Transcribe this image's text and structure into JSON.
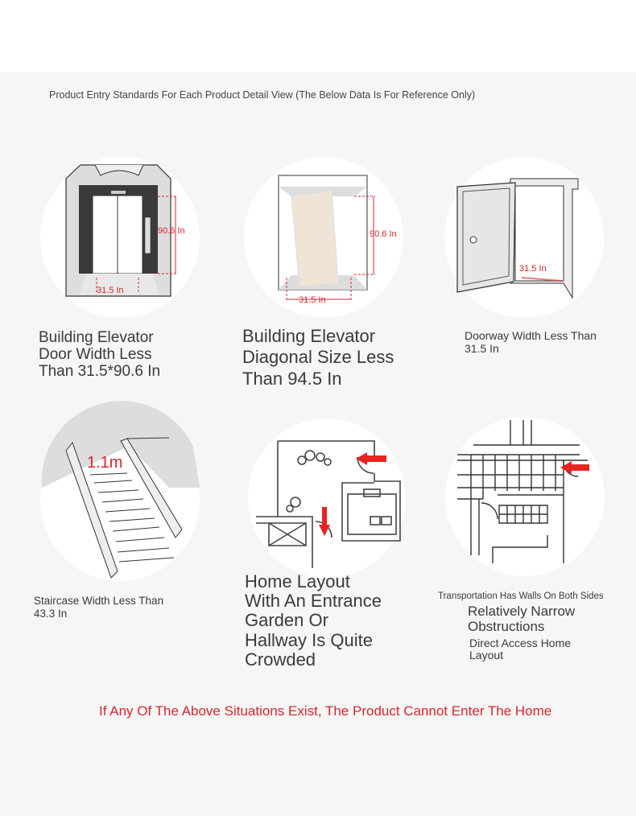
{
  "header": {
    "title": "Product Entry Standards For Each Product Detail View (The Below Data Is For Reference Only)"
  },
  "items": [
    {
      "caption": [
        "Building Elevator",
        "Door Width Less",
        "Than 31.5*90.6 In"
      ],
      "labels": {
        "height": "90.6 In",
        "width": "31.5 In"
      },
      "icon": "elevator-door-icon"
    },
    {
      "caption": [
        "Building Elevator",
        "Diagonal Size Less",
        "Than 94.5 In"
      ],
      "labels": {
        "height": "90.6 In",
        "width": "31.5 In"
      },
      "icon": "elevator-diagonal-icon"
    },
    {
      "caption": [
        "Doorway Width Less Than",
        "31.5 In"
      ],
      "labels": {
        "width": "31.5 In"
      },
      "icon": "doorway-icon"
    },
    {
      "caption": [
        "Staircase Width Less Than",
        "43.3 In"
      ],
      "labels": {
        "width": "1.1m"
      },
      "icon": "staircase-icon"
    },
    {
      "caption": [
        "Home Layout",
        "With An Entrance",
        "Garden Or",
        "Hallway Is Quite",
        "Crowded"
      ],
      "icon": "floor-plan-icon"
    },
    {
      "caption": [
        "Transportation Has Walls On Both Sides",
        "Relatively Narrow",
        "Obstructions",
        "Direct Access Home",
        "Layout"
      ],
      "icon": "narrow-corridor-icon"
    }
  ],
  "footer": {
    "warning": "If Any Of The Above Situations Exist, The Product Cannot Enter The Home"
  },
  "colors": {
    "accent": "#d9262c",
    "text": "#3a3a3a",
    "background": "#f6f6f6"
  }
}
